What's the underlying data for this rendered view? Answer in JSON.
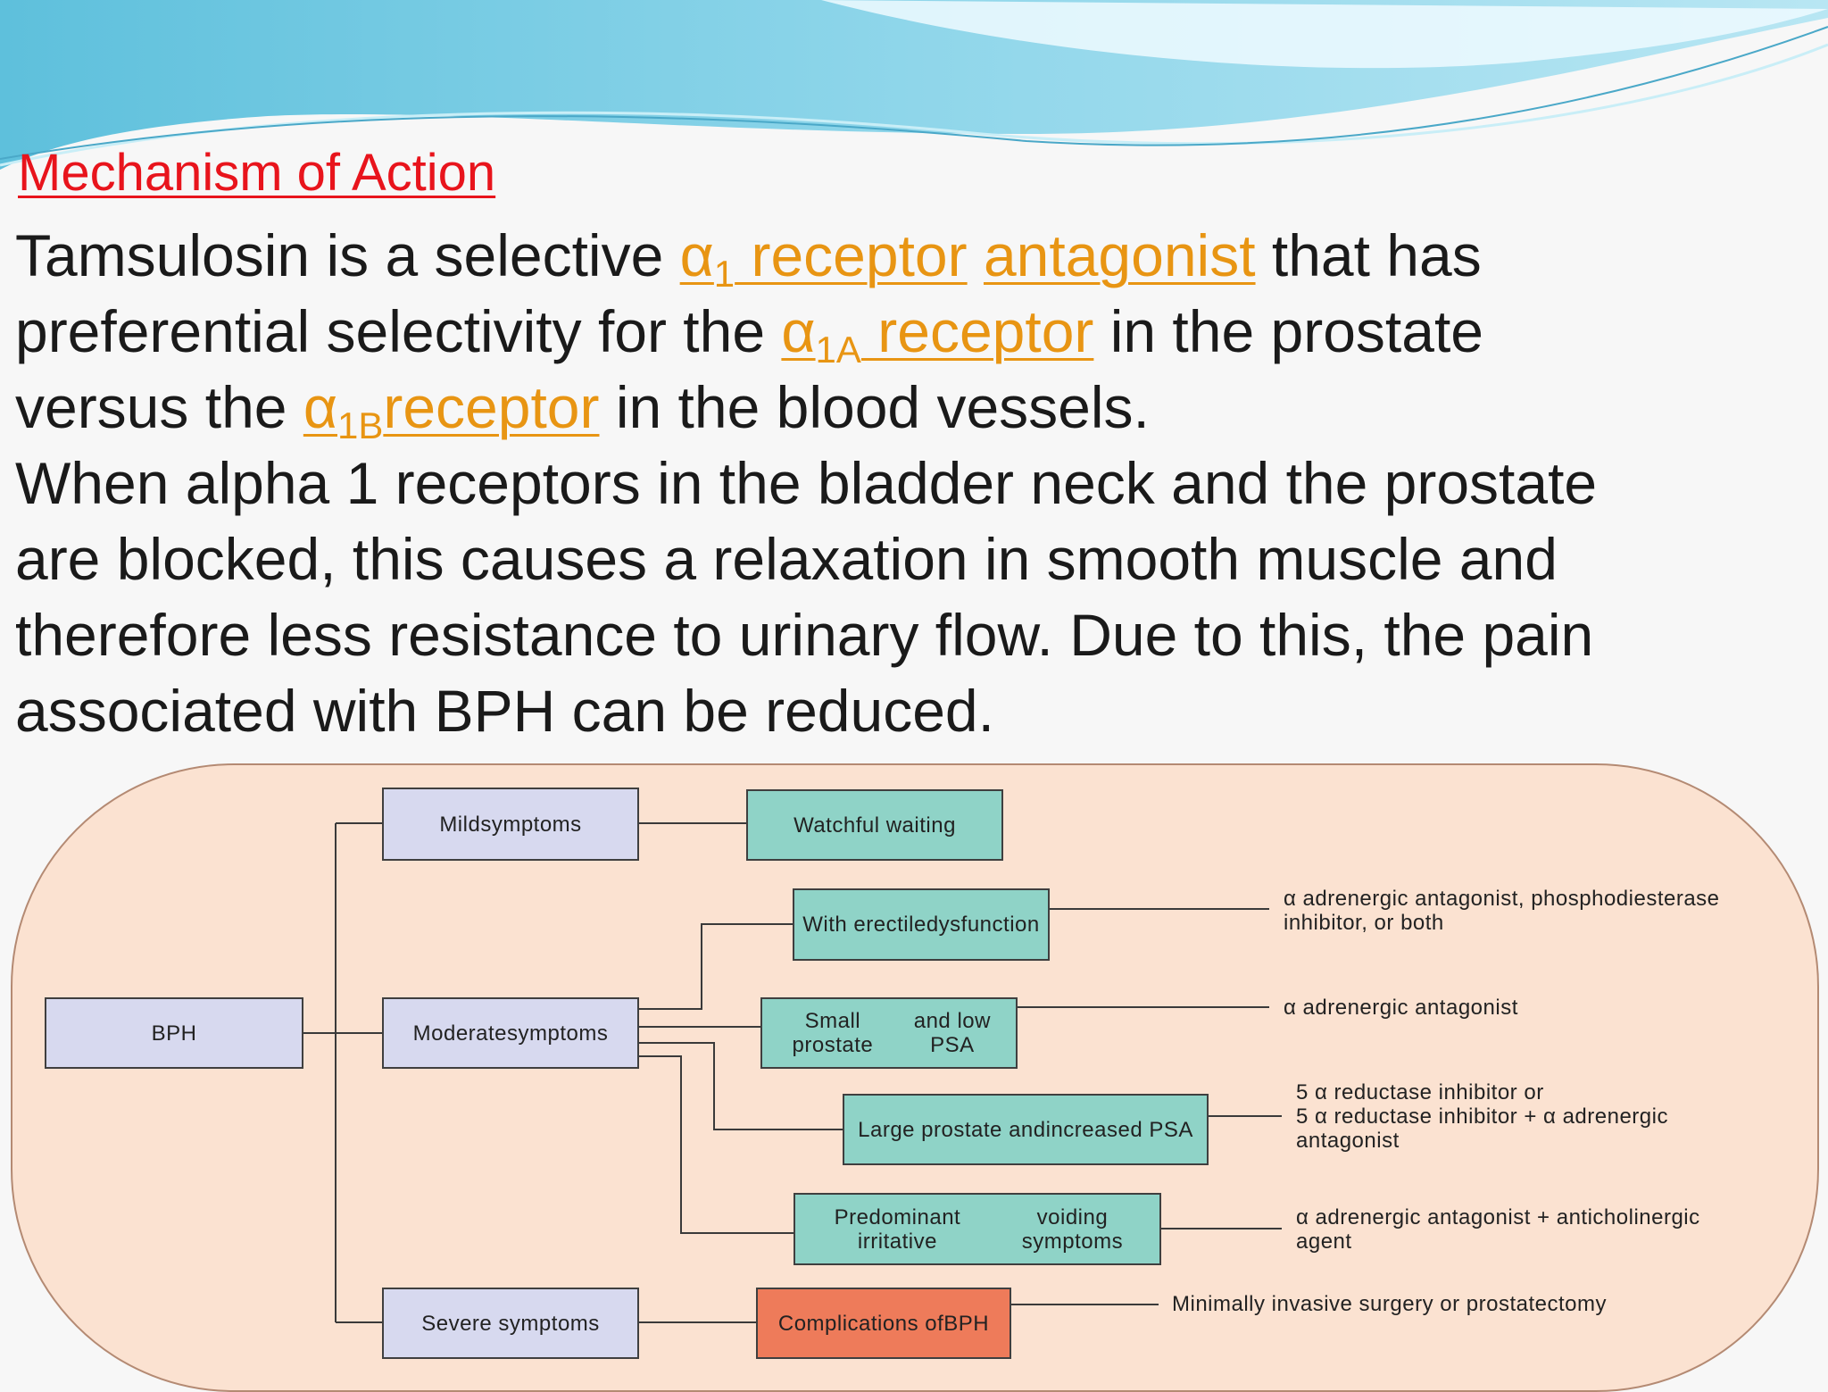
{
  "title": "Mechanism of Action",
  "paragraph1": {
    "t1": "Tamsulosin is a selective ",
    "a1_alpha": "α",
    "a1_sub": "1",
    "a1_rest": " receptor",
    "antagonist": "antagonist",
    "t2": " that has",
    "t3": "preferential selectivity for the ",
    "a1a_alpha": "α",
    "a1a_sub": "1A",
    "a1a_rest": " receptor",
    "t4": " in the prostate",
    "t5": "versus the ",
    "a1b_alpha": "α",
    "a1b_sub": "1B",
    "a1b_rest": "receptor",
    "t6": " in the blood vessels."
  },
  "paragraph2": [
    "When alpha 1 receptors in the bladder neck and the prostate",
    "are blocked, this causes a relaxation in smooth muscle and",
    "therefore less resistance to urinary flow. Due to this, the pain",
    "associated with BPH can be reduced."
  ],
  "flowchart": {
    "root": "BPH",
    "mild": [
      "Mild",
      "symptoms"
    ],
    "moderate": [
      "Moderate",
      "symptoms"
    ],
    "severe": [
      "Severe symptoms"
    ],
    "watchful": [
      "Watchful waiting"
    ],
    "erectile": [
      "With erectile",
      "dysfunction"
    ],
    "small": [
      "Small prostate",
      "and low PSA"
    ],
    "large": [
      "Large prostate and",
      "increased PSA"
    ],
    "irritative": [
      "Predominant irritative",
      "voiding symptoms"
    ],
    "complications": [
      "Complications of",
      "BPH"
    ],
    "out_erectile": [
      "α adrenergic antagonist, phosphodiesterase",
      "inhibitor, or both"
    ],
    "out_small": [
      "α adrenergic antagonist"
    ],
    "out_large": [
      "5 α reductase inhibitor or",
      "5 α reductase inhibitor + α adrenergic",
      "antagonist"
    ],
    "out_irritative": [
      "α adrenergic antagonist + anticholinergic",
      "agent"
    ],
    "out_severe": [
      "Minimally invasive surgery or prostatectomy"
    ]
  },
  "colors": {
    "title": "#e8141c",
    "link": "#e89513",
    "text": "#1a1a1a",
    "panel": "#fbe2d1",
    "purple_box": "#d7d9ef",
    "teal_box": "#8fd3c7",
    "salmon_box": "#ee7b5a"
  }
}
